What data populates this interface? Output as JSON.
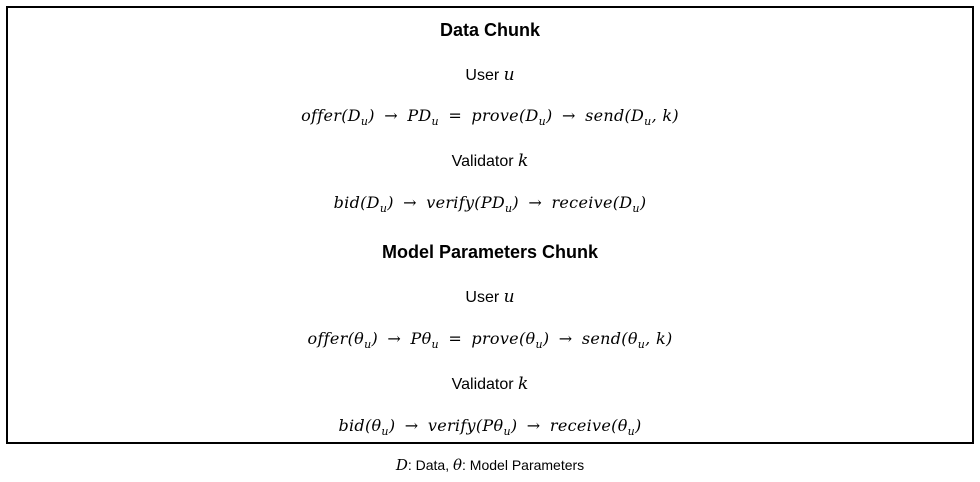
{
  "sections": [
    {
      "title": "Data Chunk",
      "user": {
        "label": "User",
        "var": "u"
      },
      "user_formula": {
        "p1": "offer(D",
        "p1_sub": "u",
        "p1_end": ")",
        "arrow1": "→",
        "p2": "PD",
        "p2_sub": "u",
        "eq": "=",
        "p3": "prove(D",
        "p3_sub": "u",
        "p3_end": ")",
        "arrow2": "→",
        "p4": "send(D",
        "p4_sub": "u",
        "p4_end": ", k)"
      },
      "validator": {
        "label": "Validator",
        "var": "k"
      },
      "validator_formula": {
        "p1": "bid(D",
        "p1_sub": "u",
        "p1_end": ")",
        "arrow1": "→",
        "p2": "verify(PD",
        "p2_sub": "u",
        "p2_end": ")",
        "arrow2": "→",
        "p3": "receive(D",
        "p3_sub": "u",
        "p3_end": ")"
      }
    },
    {
      "title": "Model Parameters Chunk",
      "user": {
        "label": "User",
        "var": "u"
      },
      "user_formula": {
        "p1": "offer(θ",
        "p1_sub": "u",
        "p1_end": ")",
        "arrow1": "→",
        "p2": "Pθ",
        "p2_sub": "u",
        "eq": "=",
        "p3": "prove(θ",
        "p3_sub": "u",
        "p3_end": ")",
        "arrow2": "→",
        "p4": "send(θ",
        "p4_sub": "u",
        "p4_end": ", k)"
      },
      "validator": {
        "label": "Validator",
        "var": "k"
      },
      "validator_formula": {
        "p1": "bid(θ",
        "p1_sub": "u",
        "p1_end": ")",
        "arrow1": "→",
        "p2": "verify(Pθ",
        "p2_sub": "u",
        "p2_end": ")",
        "arrow2": "→",
        "p3": "receive(θ",
        "p3_sub": "u",
        "p3_end": ")"
      }
    }
  ],
  "caption": {
    "sym1": "D",
    "text1": ": Data, ",
    "sym2": "θ",
    "text2": ": Model Parameters"
  }
}
